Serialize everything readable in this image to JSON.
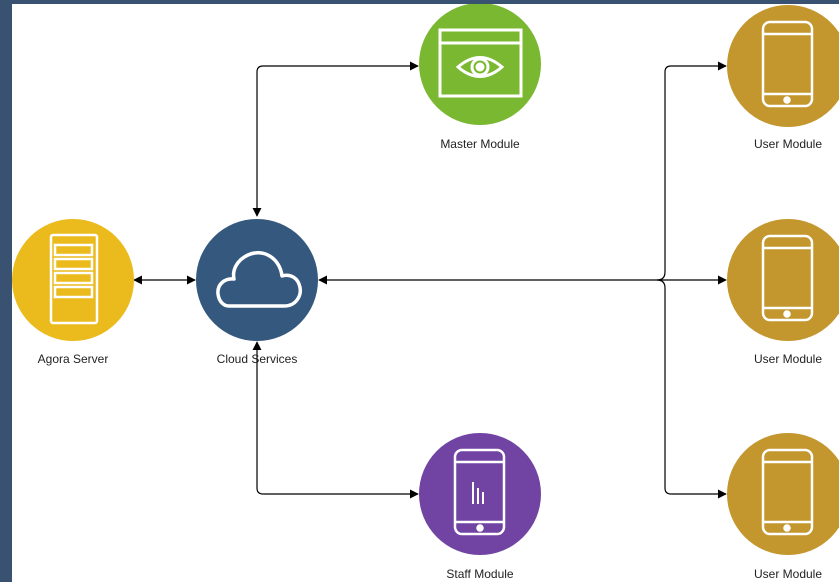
{
  "nodes": {
    "agora_server": {
      "label": "Agora Server",
      "color": "#EBBB1E",
      "icon": "server-icon"
    },
    "cloud_services": {
      "label": "Cloud Services",
      "color": "#34587E",
      "icon": "cloud-icon"
    },
    "master_module": {
      "label": "Master Module",
      "color": "#7AB831",
      "icon": "browser-eye-icon"
    },
    "staff_module": {
      "label": "Staff Module",
      "color": "#7143A3",
      "icon": "phone-chart-icon"
    },
    "user_module_1": {
      "label": "User Module",
      "color": "#C3962E",
      "icon": "phone-icon"
    },
    "user_module_2": {
      "label": "User Module",
      "color": "#C3962E",
      "icon": "phone-icon"
    },
    "user_module_3": {
      "label": "User Module",
      "color": "#C3962E",
      "icon": "phone-icon"
    }
  },
  "edges": [
    {
      "from": "agora_server",
      "to": "cloud_services",
      "direction": "bidirectional"
    },
    {
      "from": "cloud_services",
      "to": "master_module",
      "direction": "bidirectional"
    },
    {
      "from": "cloud_services",
      "to": "staff_module",
      "direction": "bidirectional"
    },
    {
      "from": "cloud_services",
      "to": "user_module_1",
      "direction": "bidirectional"
    },
    {
      "from": "cloud_services",
      "to": "user_module_2",
      "direction": "bidirectional"
    },
    {
      "from": "cloud_services",
      "to": "user_module_3",
      "direction": "bidirectional"
    }
  ]
}
